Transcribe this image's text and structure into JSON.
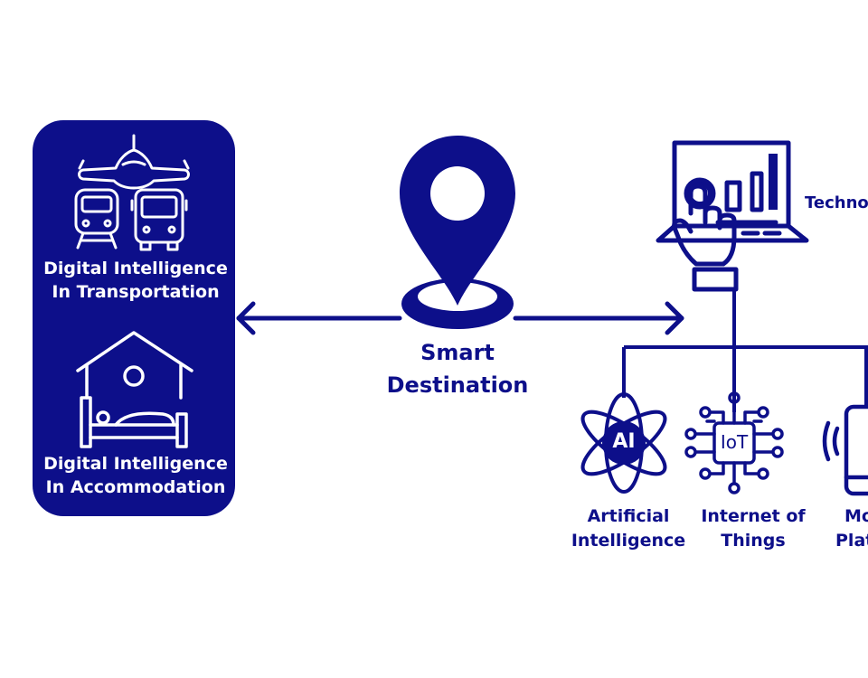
{
  "colors": {
    "primary": "#0d0f8a",
    "background": "#ffffff",
    "panel_text": "#ffffff"
  },
  "left_panel": {
    "transport": {
      "icons": [
        "airplane-icon",
        "train-icon",
        "bus-icon"
      ],
      "label_line1": "Digital Intelligence",
      "label_line2": "In Transportation"
    },
    "accommodation": {
      "icons": [
        "house-bed-icon"
      ],
      "label_line1": "Digital Intelligence",
      "label_line2": "In Accommodation"
    }
  },
  "center": {
    "icon": "location-pin-icon",
    "label_line1": "Smart",
    "label_line2": "Destination"
  },
  "right": {
    "top": {
      "icon": "laptop-touch-chart-icon",
      "label": "Techno"
    },
    "items": [
      {
        "icon": "ai-atom-icon",
        "badge": "AI",
        "label_line1": "Artificial",
        "label_line2": "Intelligence"
      },
      {
        "icon": "iot-chip-icon",
        "badge": "IoT",
        "label_line1": "Internet of",
        "label_line2": "Things"
      },
      {
        "icon": "mobile-phone-icon",
        "label_line1": "Mo",
        "label_line2": "Plat"
      }
    ]
  }
}
